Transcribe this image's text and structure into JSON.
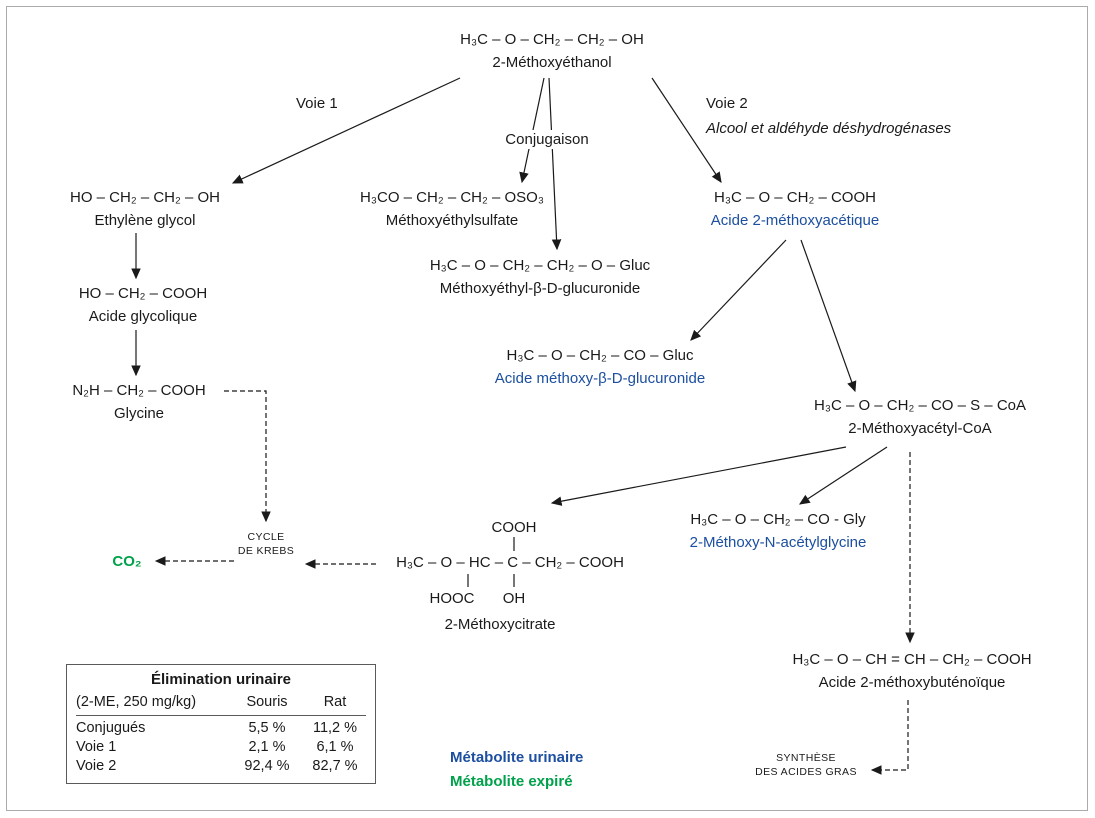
{
  "colors": {
    "urinary_metabolite": "#1c4fa0",
    "expired_metabolite": "#00a14b",
    "text": "#1a1a1a"
  },
  "labels": {
    "voie1": "Voie 1",
    "voie2": "Voie 2",
    "voie2_enzymes": "Alcool et aldéhyde déshydrogénases",
    "conjugaison": "Conjugaison",
    "krebs_line1": "CYCLE",
    "krebs_line2": "DE KREBS",
    "synthese_line1": "SYNTHÈSE",
    "synthese_line2": "DES ACIDES GRAS"
  },
  "nodes": {
    "methoxyethanol": {
      "formula": "H₃C – O – CH₂ – CH₂ – OH",
      "name": "2-Méthoxyéthanol"
    },
    "ethylene_glycol": {
      "formula": "HO – CH₂ – CH₂ – OH",
      "name": "Ethylène glycol"
    },
    "acide_glycolique": {
      "formula": "HO – CH₂ – COOH",
      "name": "Acide glycolique"
    },
    "glycine": {
      "formula": "N₂H – CH₂ – COOH",
      "name": "Glycine"
    },
    "methoxyethylsulfate": {
      "formula": "H₃CO – CH₂ – CH₂ – OSO₃",
      "name": "Méthoxyéthylsulfate"
    },
    "methoxyethyl_glucuronide": {
      "formula": "H₃C – O – CH₂ – CH₂ – O – Gluc",
      "name": "Méthoxyéthyl-β-D-glucuronide"
    },
    "acide_2_methoxyacetique": {
      "formula": "H₃C – O – CH₂ – COOH",
      "name": "Acide 2-méthoxyacétique"
    },
    "acide_methoxy_glucuronide": {
      "formula": "H₃C – O – CH₂ – CO – Gluc",
      "name": "Acide méthoxy-β-D-glucuronide"
    },
    "methoxyacetyl_coa": {
      "formula": "H₃C – O – CH₂ – CO – S – CoA",
      "name": "2-Méthoxyacétyl-CoA"
    },
    "methoxy_n_acetylglycine": {
      "formula": "H₃C – O – CH₂ – CO - Gly",
      "name": "2-Méthoxy-N-acétylglycine"
    },
    "acide_2_methoxybutenoique": {
      "formula": "H₃C – O – CH = CH – CH₂ – COOH",
      "name": "Acide 2-méthoxybuténoïque"
    },
    "co2": {
      "formula": "CO₂"
    }
  },
  "citrate": {
    "top": "COOH",
    "mid": "H₃C – O – HC – C – CH₂ – COOH",
    "bottom_left": "HOOC",
    "bottom_right": "OH",
    "name": "2-Méthoxycitrate"
  },
  "table": {
    "title": "Élimination urinaire",
    "header": [
      "(2-ME, 250 mg/kg)",
      "Souris",
      "Rat"
    ],
    "rows": [
      [
        "Conjugués",
        "5,5 %",
        "11,2 %"
      ],
      [
        "Voie 1",
        "2,1 %",
        "6,1 %"
      ],
      [
        "Voie 2",
        "92,4 %",
        "82,7 %"
      ]
    ]
  },
  "legend": {
    "urinary": "Métabolite urinaire",
    "expired": "Métabolite expiré"
  }
}
